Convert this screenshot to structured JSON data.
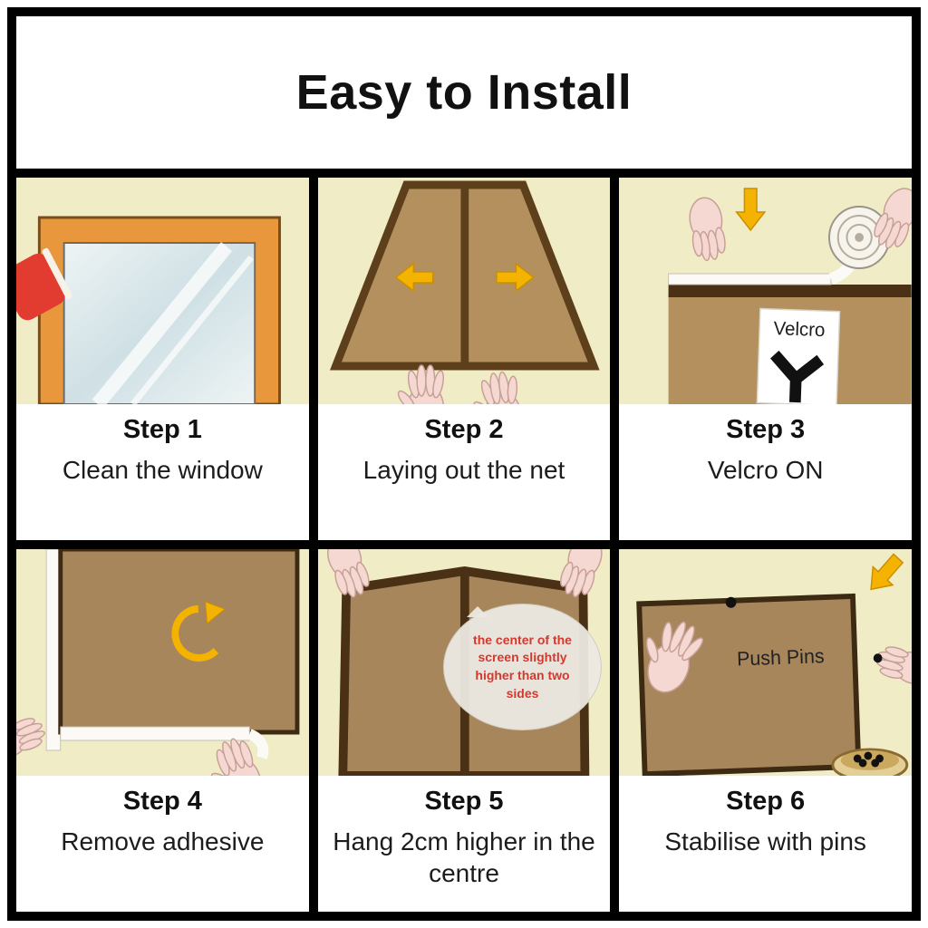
{
  "title": "Easy to Install",
  "steps": [
    {
      "label": "Step 1",
      "description": "Clean the window"
    },
    {
      "label": "Step 2",
      "description": "Laying out the net"
    },
    {
      "label": "Step 3",
      "description": "Velcro ON"
    },
    {
      "label": "Step 4",
      "description": "Remove adhesive"
    },
    {
      "label": "Step 5",
      "description": "Hang 2cm higher in the centre"
    },
    {
      "label": "Step 6",
      "description": "Stabilise with pins"
    }
  ],
  "annotations": {
    "velcro_label": "Velcro",
    "push_pins_label": "Push Pins",
    "bubble_text": "the center of the screen slightly higher than two sides"
  },
  "colors": {
    "frame_black": "#000000",
    "panel_background": "#f0edc6",
    "net_brown": "#ab885c",
    "net_border_dark_brown": "#4a3115",
    "window_frame_orange": "#e8973c",
    "arrow_yellow": "#f5b301",
    "hand_skin": "#f4d8d1",
    "squeegee_red": "#e23b30",
    "bubble_text_red": "#d5382e",
    "text_black": "#111111"
  }
}
